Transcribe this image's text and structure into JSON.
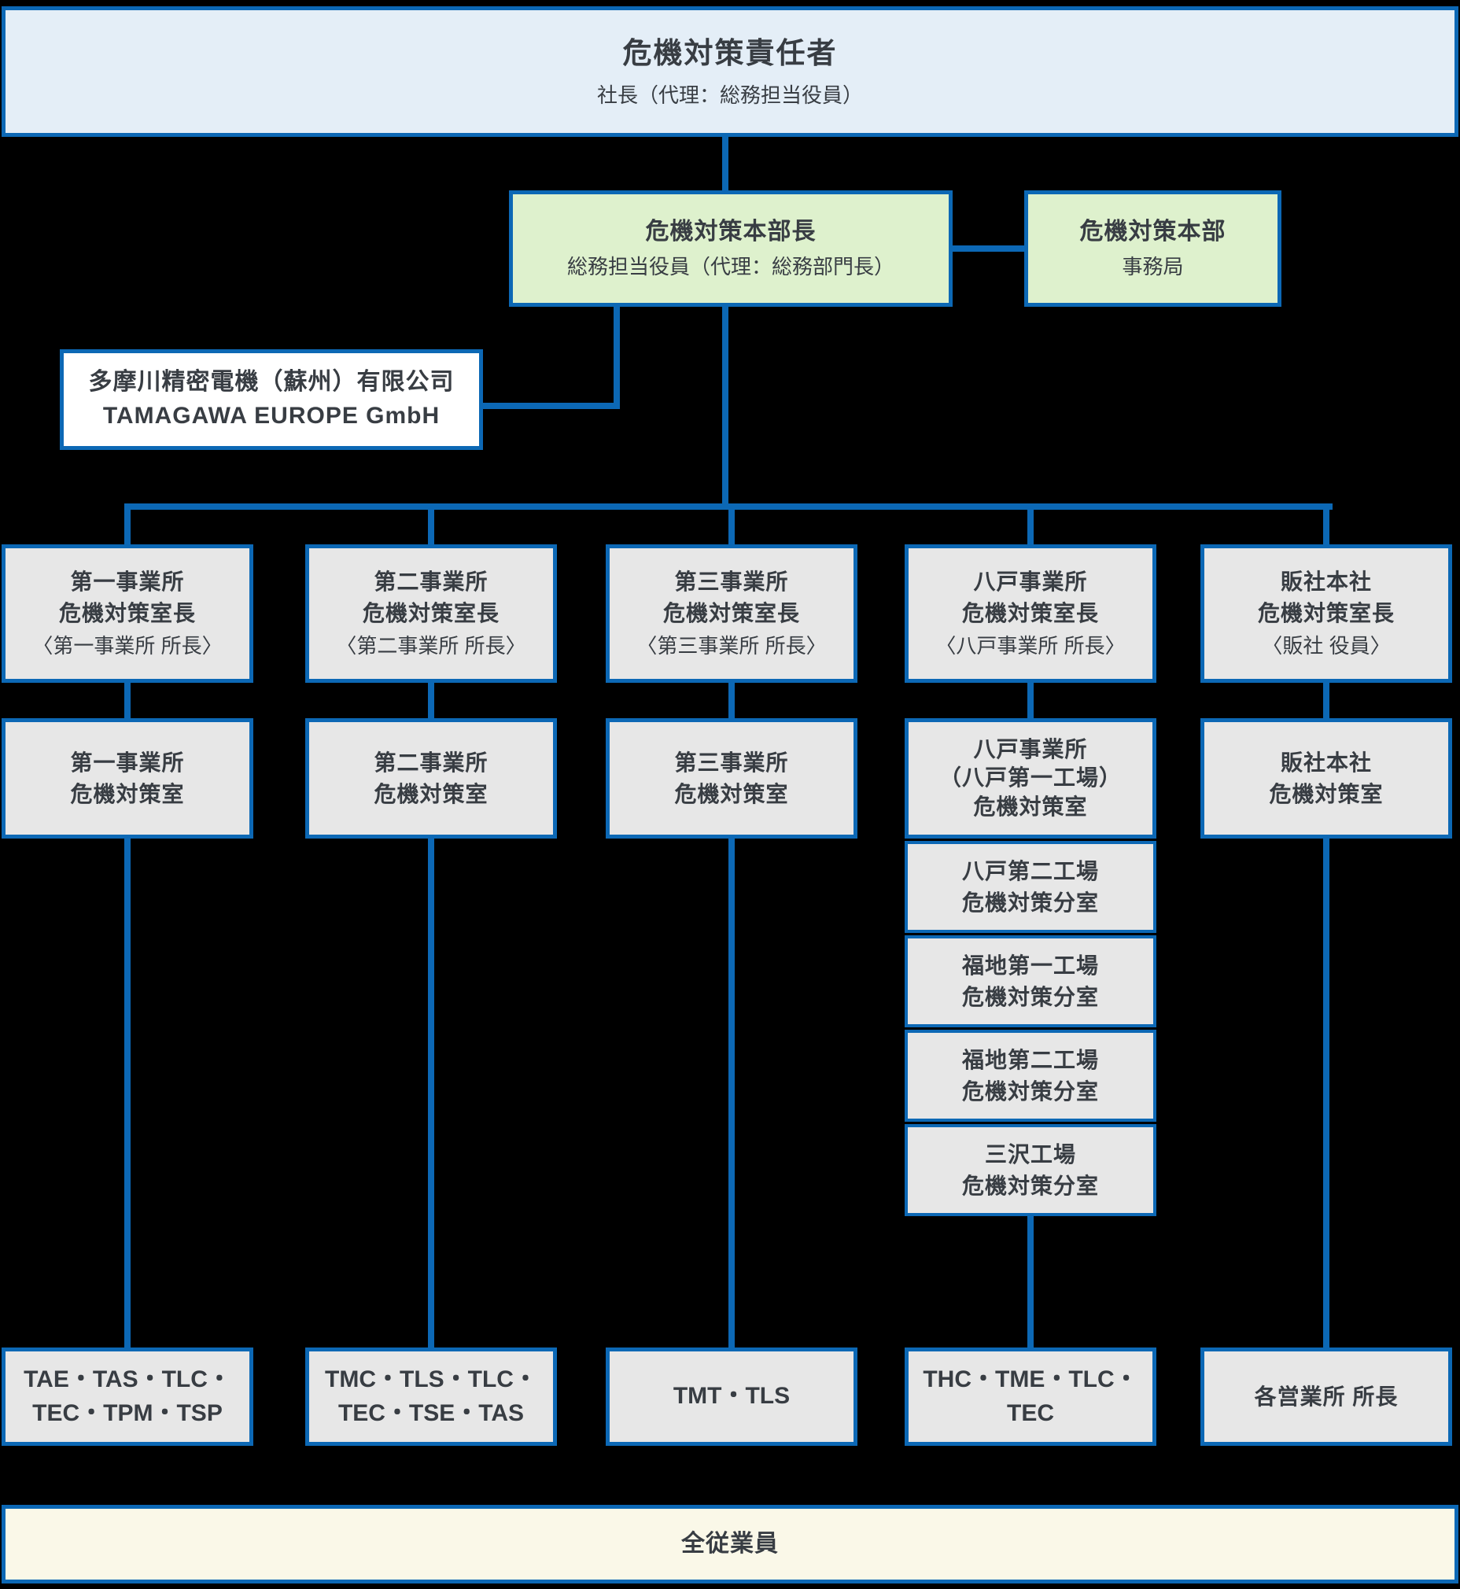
{
  "top_banner": {
    "title": "危機対策責任者",
    "subtitle": "社長（代理：総務担当役員）"
  },
  "hq_head": {
    "title": "危機対策本部長",
    "subtitle": "総務担当役員（代理：総務部門長）"
  },
  "secretariat": {
    "title": "危機対策本部",
    "subtitle": "事務局"
  },
  "overseas": {
    "line1": "多摩川精密電機（蘇州）有限公司",
    "line2": "TAMAGAWA EUROPE GmbH"
  },
  "columns": [
    {
      "head": [
        "第一事業所",
        "危機対策室長"
      ],
      "head_sub": "〈第一事業所 所長〉",
      "room": [
        "第一事業所",
        "危機対策室"
      ],
      "branches": [],
      "bottom": [
        "TAE・TAS・TLC・",
        "TEC・TPM・TSP"
      ]
    },
    {
      "head": [
        "第二事業所",
        "危機対策室長"
      ],
      "head_sub": "〈第二事業所 所長〉",
      "room": [
        "第二事業所",
        "危機対策室"
      ],
      "branches": [],
      "bottom": [
        "TMC・TLS・TLC・",
        "TEC・TSE・TAS"
      ]
    },
    {
      "head": [
        "第三事業所",
        "危機対策室長"
      ],
      "head_sub": "〈第三事業所 所長〉",
      "room": [
        "第三事業所",
        "危機対策室"
      ],
      "branches": [],
      "bottom": [
        "TMT・TLS"
      ]
    },
    {
      "head": [
        "八戸事業所",
        "危機対策室長"
      ],
      "head_sub": "〈八戸事業所 所長〉",
      "room": [
        "八戸事業所",
        "（八戸第一工場）",
        "危機対策室"
      ],
      "branches": [
        [
          "八戸第二工場",
          "危機対策分室"
        ],
        [
          "福地第一工場",
          "危機対策分室"
        ],
        [
          "福地第二工場",
          "危機対策分室"
        ],
        [
          "三沢工場",
          "危機対策分室"
        ]
      ],
      "bottom": [
        "THC・TME・TLC・",
        "TEC"
      ]
    },
    {
      "head": [
        "販社本社",
        "危機対策室長"
      ],
      "head_sub": "〈販社 役員〉",
      "room": [
        "販社本社",
        "危機対策室"
      ],
      "branches": [],
      "bottom": [
        "各営業所 所長"
      ]
    }
  ],
  "all_employees": "全従業員",
  "palette": {
    "line_blue": "#0c68b5",
    "top_fill": "#e4eef7",
    "green_fill": "#def1cd",
    "gray_fill": "#e7e7e7",
    "cream_fill": "#faf8e8",
    "background": "#000000",
    "text": "#383d43"
  }
}
